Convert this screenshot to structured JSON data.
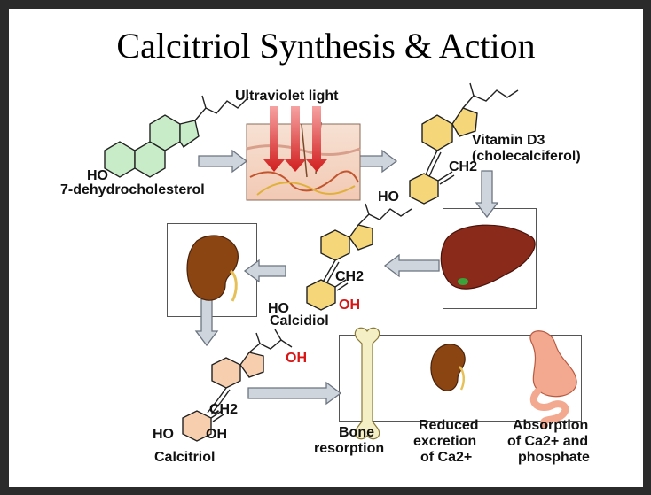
{
  "title": "Calcitriol Synthesis & Action",
  "labels": {
    "uv": "Ultraviolet light",
    "ho_1": "HO",
    "dehydro": "7-dehydrocholesterol",
    "vitd3_line1": "Vitamin D3",
    "vitd3_line2": "(cholecalciferol)",
    "ch2_1": "CH2",
    "ho_2": "HO",
    "ch2_2": "CH2",
    "ho_3": "HO",
    "oh_calcidiol": "OH",
    "calcidiol": "Calcidiol",
    "oh_top": "OH",
    "ch2_3": "CH2",
    "ho_4": "HO",
    "oh_4": "OH",
    "calcitriol": "Calcitriol",
    "bone_1": "Bone",
    "bone_2": "resorption",
    "reduced_1": "Reduced",
    "reduced_2": "excretion",
    "reduced_3": "of Ca2+",
    "absorb_1": "Absorption",
    "absorb_2": "of Ca2+ and",
    "absorb_3": "phosphate"
  },
  "colors": {
    "ring_green": "#c8ecc8",
    "ring_yellow": "#f5d679",
    "ring_peach": "#f7cfae",
    "liver": "#8a2a1a",
    "kidney": "#8b4513",
    "arrow": "#c9d0d8"
  }
}
